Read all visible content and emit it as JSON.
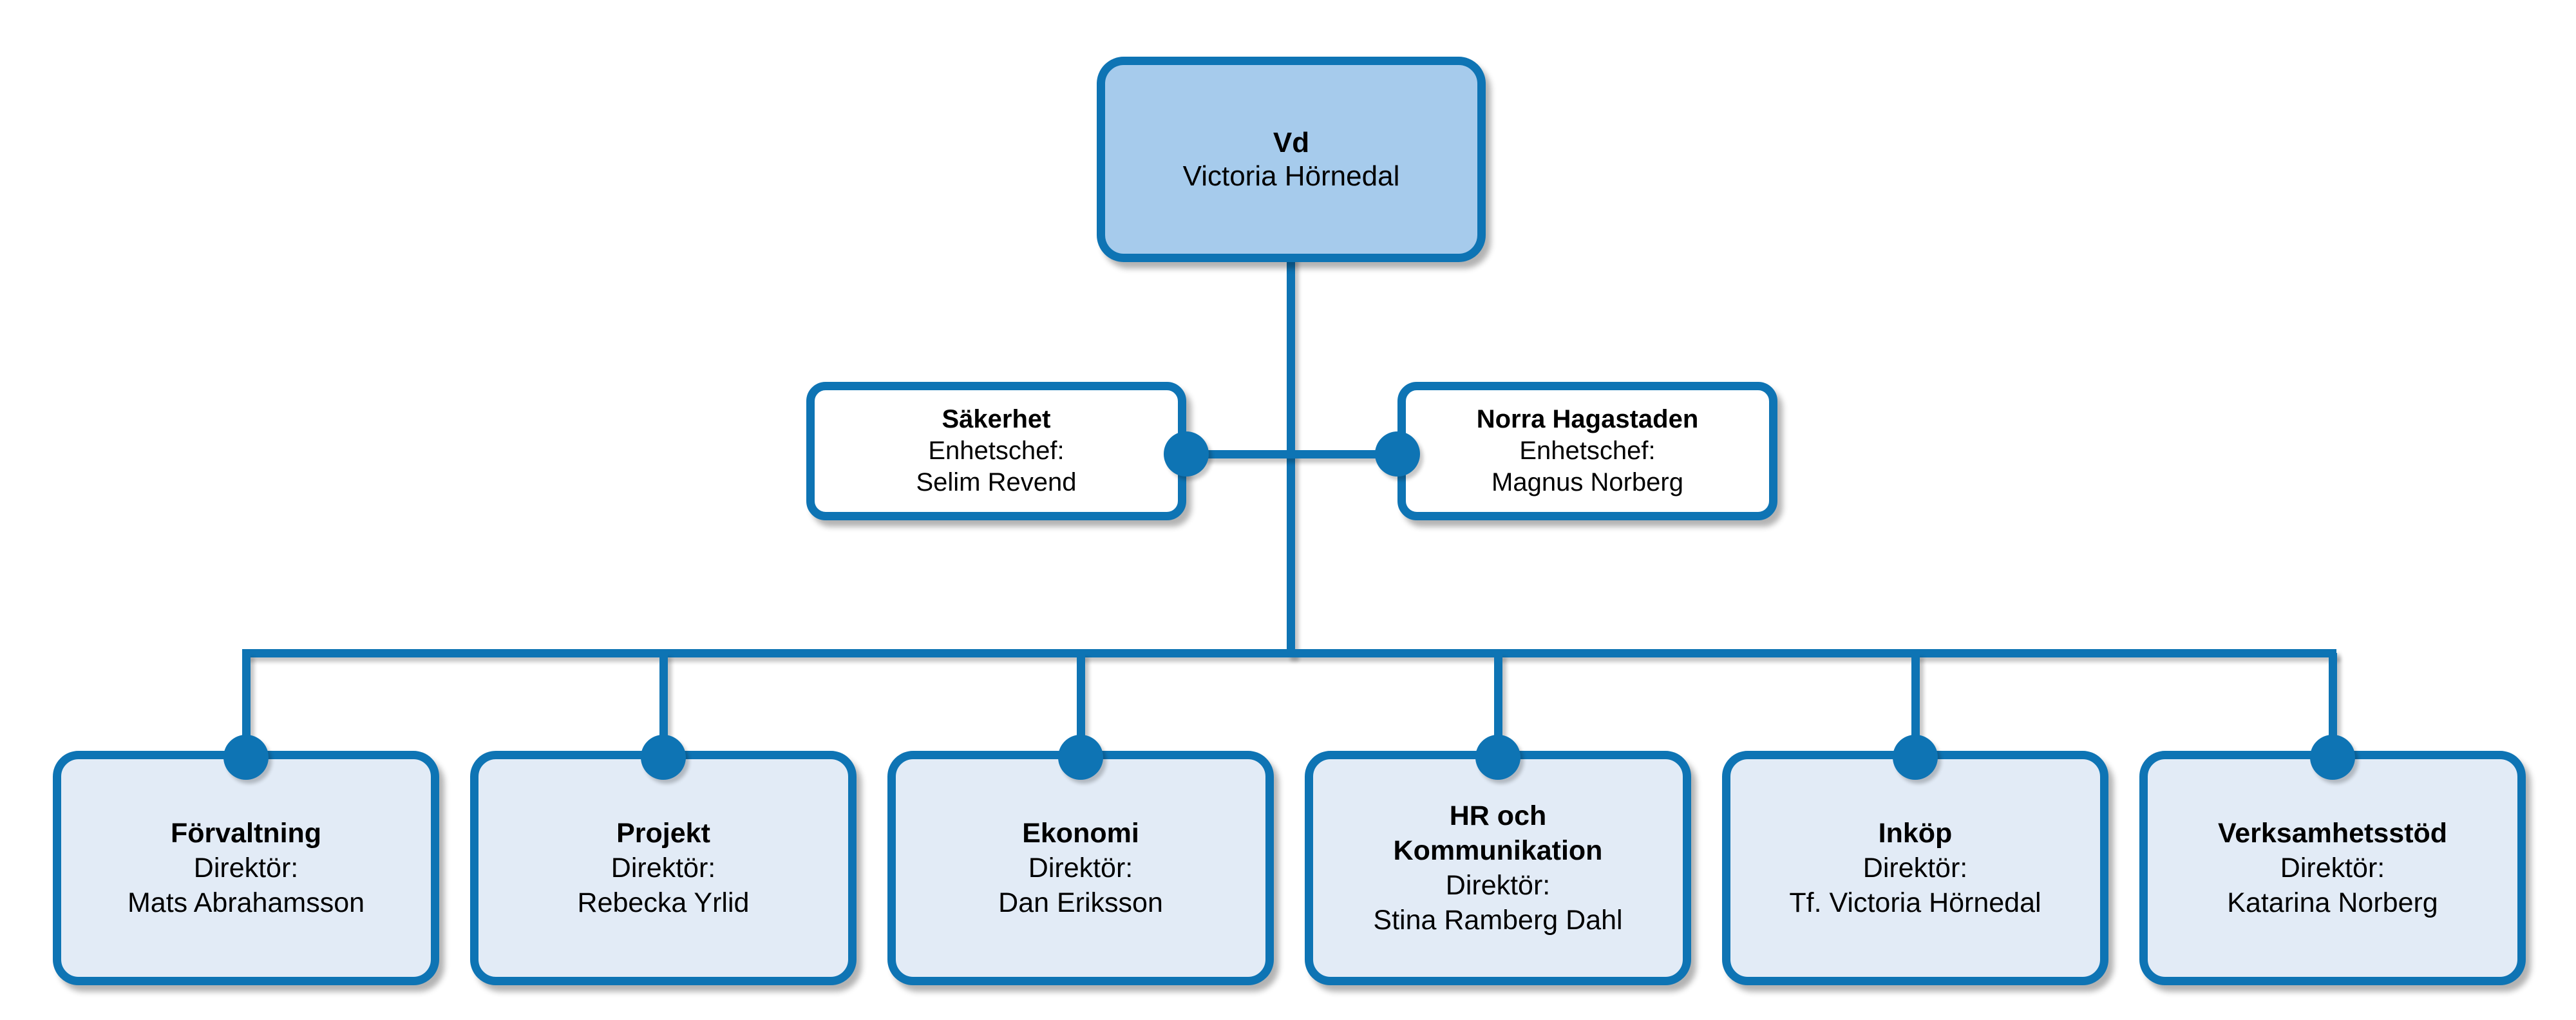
{
  "colors": {
    "connector_blue": "#0e74b4",
    "vd_fill": "#a6cbec",
    "unit_fill": "#ffffff",
    "dept_fill": "#e2ebf6",
    "text": "#000000",
    "background": "#ffffff"
  },
  "vd": {
    "title": "Vd",
    "name": "Victoria Hörnedal"
  },
  "units": [
    {
      "title": "Säkerhet",
      "role": "Enhetschef:",
      "name": "Selim Revend"
    },
    {
      "title": "Norra Hagastaden",
      "role": "Enhetschef:",
      "name": "Magnus Norberg"
    }
  ],
  "departments": [
    {
      "title": "Förvaltning",
      "role": "Direktör:",
      "name": "Mats Abrahamsson"
    },
    {
      "title": "Projekt",
      "role": "Direktör:",
      "name": "Rebecka Yrlid"
    },
    {
      "title": "Ekonomi",
      "role": "Direktör:",
      "name": "Dan Eriksson"
    },
    {
      "title": "HR och\nKommunikation",
      "role": "Direktör:",
      "name": "Stina Ramberg Dahl"
    },
    {
      "title": "Inköp",
      "role": "Direktör:",
      "name": "Tf. Victoria Hörnedal"
    },
    {
      "title": "Verksamhetsstöd",
      "role": "Direktör:",
      "name": "Katarina Norberg"
    }
  ]
}
